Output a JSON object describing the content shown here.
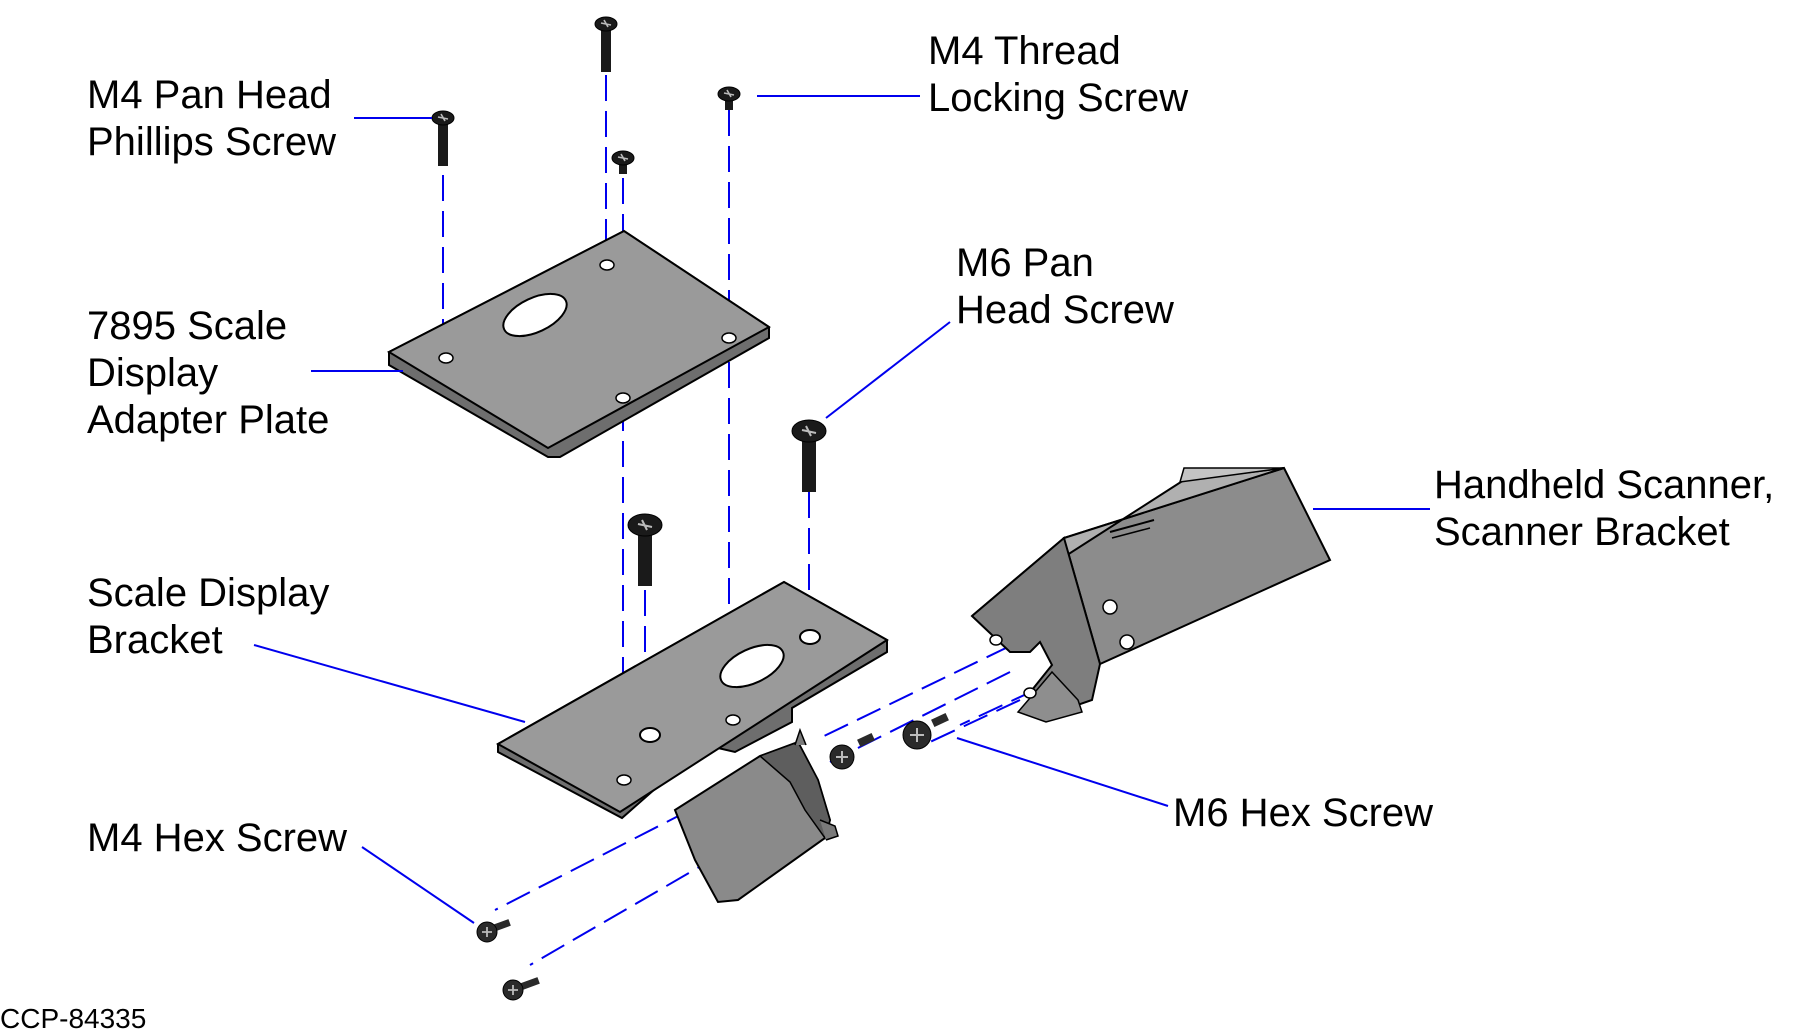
{
  "labels": {
    "m4_pan_head": [
      "M4 Pan Head",
      "Phillips Screw"
    ],
    "m4_thread_locking": [
      "M4 Thread",
      "Locking Screw"
    ],
    "adapter_plate": [
      "7895 Scale",
      "Display",
      "Adapter Plate"
    ],
    "m6_pan_head": [
      "M6 Pan",
      "Head Screw"
    ],
    "scanner": [
      "Handheld Scanner,",
      "Scanner Bracket"
    ],
    "scale_bracket": [
      "Scale Display",
      "Bracket"
    ],
    "m6_hex": [
      "M6 Hex Screw"
    ],
    "m4_hex": [
      "M4 Hex Screw"
    ]
  },
  "figure_id": "CCP-84335",
  "colors": {
    "leader": "#0000ee",
    "part_fill": "#9a9a9a",
    "part_dark": "#7a7a7a",
    "outline": "#000000"
  }
}
